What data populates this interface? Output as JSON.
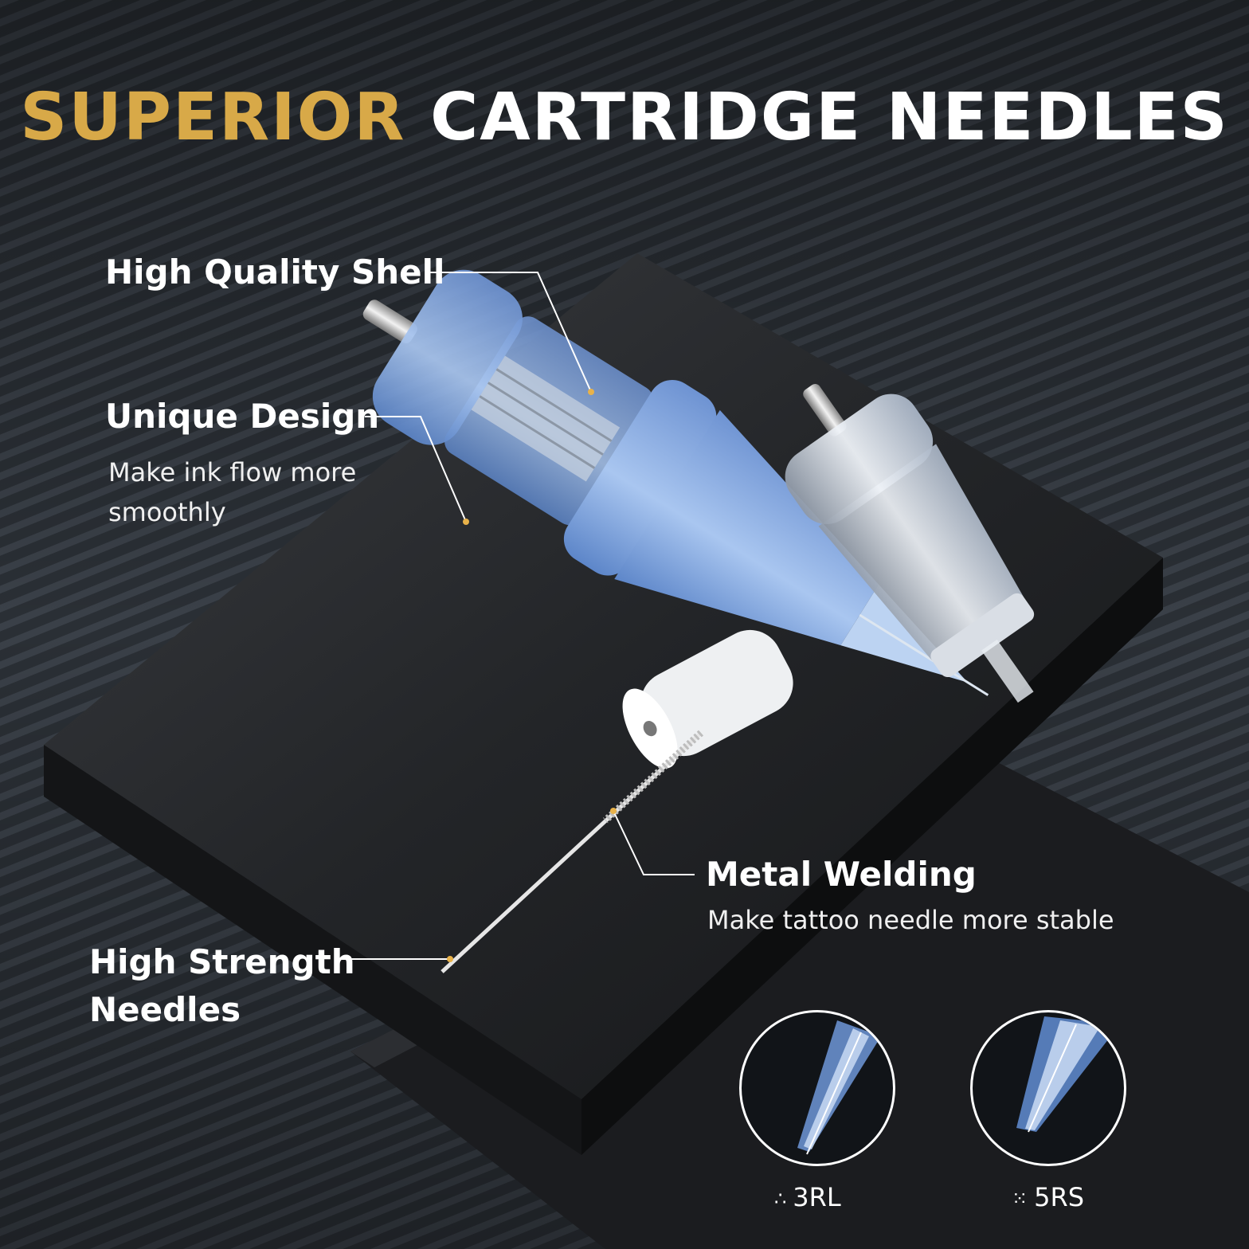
{
  "title": {
    "part1": "SUPERIOR",
    "part2": "CARTRIDGE NEEDLES"
  },
  "callouts": {
    "shell": {
      "label": "High Quality Shell"
    },
    "design": {
      "label": "Unique Design",
      "desc_line1": "Make ink flow more",
      "desc_line2": "smoothly"
    },
    "welding": {
      "label": "Metal Welding",
      "desc": "Make tattoo needle more stable"
    },
    "needles": {
      "label_line1": "High Strength",
      "label_line2": "Needles"
    }
  },
  "configs": [
    {
      "name": "3RL",
      "dots_icon": "three-dots-icon"
    },
    {
      "name": "5RS",
      "dots_icon": "five-dots-icon"
    }
  ],
  "colors": {
    "gold": "#d8a948",
    "white": "#ffffff",
    "cartridge_blue": "#7fa6e0"
  }
}
